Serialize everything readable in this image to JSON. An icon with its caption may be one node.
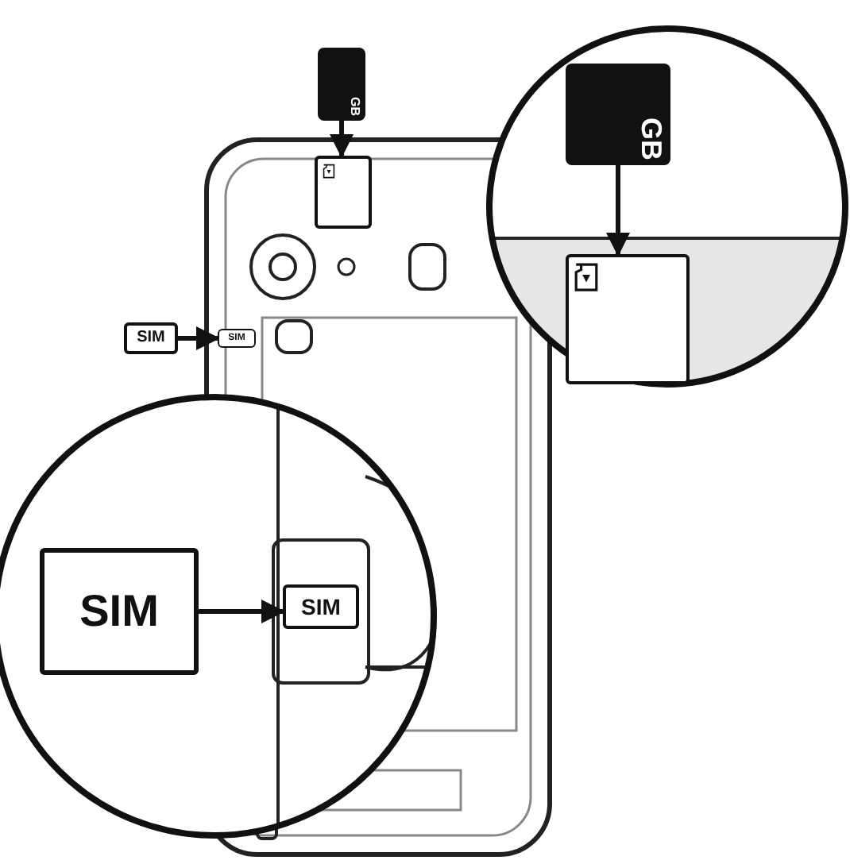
{
  "diagram": {
    "nodes": [
      {
        "text": [
          "SIM"
        ]
      },
      {
        "text": [
          "SIM"
        ]
      },
      {
        "text": [
          "GB"
        ]
      },
      {
        "text": [],
        "shape": "box"
      },
      {
        "text": [
          "GB"
        ]
      },
      {
        "text": [],
        "shape": "box"
      },
      {
        "text": [
          "SIM"
        ]
      },
      {
        "text": [
          "SIM"
        ]
      }
    ],
    "edges": [
      {
        "from": 0,
        "to": 1,
        "arrow": "to"
      },
      {
        "from": 2,
        "to": 3,
        "arrow": "to"
      },
      {
        "from": 4,
        "to": 5,
        "arrow": "to"
      },
      {
        "from": 6,
        "to": 7,
        "arrow": "to"
      }
    ]
  }
}
